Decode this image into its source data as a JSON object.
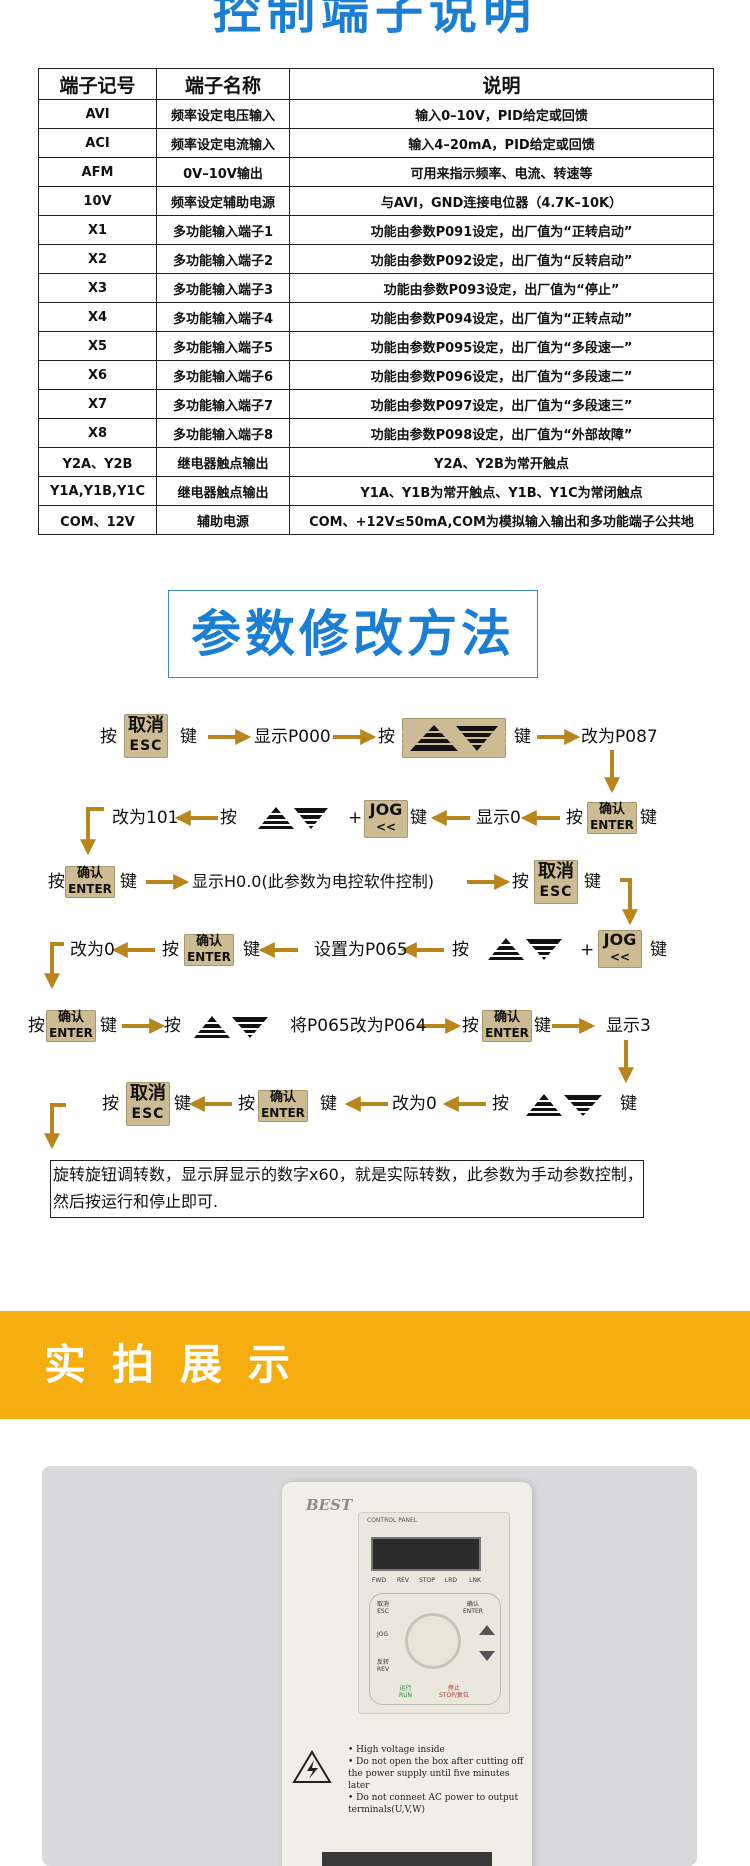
{
  "title_terminals": "控制端子说明",
  "table": {
    "headers": [
      "端子记号",
      "端子名称",
      "说明"
    ],
    "rows": [
      [
        "AVI",
        "频率设定电压输入",
        "输入0–10V，PID给定或回馈"
      ],
      [
        "ACI",
        "频率设定电流输入",
        "输入4–20mA，PID给定或回馈"
      ],
      [
        "AFM",
        "0V–10V输出",
        "可用来指示频率、电流、转速等"
      ],
      [
        "10V",
        "频率设定辅助电源",
        "与AVI，GND连接电位器（4.7K–10K）"
      ],
      [
        "X1",
        "多功能输入端子1",
        "功能由参数P091设定，出厂值为“正转启动”"
      ],
      [
        "X2",
        "多功能输入端子2",
        "功能由参数P092设定，出厂值为“反转启动”"
      ],
      [
        "X3",
        "多功能输入端子3",
        "功能由参数P093设定，出厂值为“停止”"
      ],
      [
        "X4",
        "多功能输入端子4",
        "功能由参数P094设定，出厂值为“正转点动”"
      ],
      [
        "X5",
        "多功能输入端子5",
        "功能由参数P095设定，出厂值为“多段速一”"
      ],
      [
        "X6",
        "多功能输入端子6",
        "功能由参数P096设定，出厂值为“多段速二”"
      ],
      [
        "X7",
        "多功能输入端子7",
        "功能由参数P097设定，出厂值为“多段速三”"
      ],
      [
        "X8",
        "多功能输入端子8",
        "功能由参数P098设定，出厂值为“外部故障”"
      ],
      [
        "Y2A、Y2B",
        "继电器触点输出",
        "Y2A、Y2B为常开触点"
      ],
      [
        "Y1A,Y1B,Y1C",
        "继电器触点输出",
        "Y1A、Y1B为常开触点、Y1B、Y1C为常闭触点"
      ],
      [
        "COM、12V",
        "辅助电源",
        "COM、+12V≤50mA,COM为模拟输入输出和多功能端子公共地"
      ]
    ]
  },
  "title_params": "参数修改方法",
  "keys": {
    "esc_cn": "取消",
    "esc_en": "ESC",
    "enter_cn": "确认",
    "enter_en": "ENTER",
    "jog_a": "JOG",
    "jog_b": "<<"
  },
  "flow": {
    "an": "按",
    "jian": "键",
    "plus": "+",
    "show_p000": "显示P000",
    "to_p087": "改为P087",
    "to_101": "改为101",
    "show_0": "显示0",
    "show_h00": "显示H0.0(此参数为电控软件控制)",
    "to_0": "改为0",
    "set_p065": "设置为P065",
    "p065_to_p064": "将P065改为P064",
    "show_3": "显示3"
  },
  "note": "旋转旋钮调转数，显示屏显示的数字x60，就是实际转数，此参数为手动参数控制，然后按运行和停止即可.",
  "section_photo": "实拍展示",
  "device": {
    "brand": "BEST",
    "panel_label": "CONTROL PANEL",
    "leds": [
      "FWD",
      "REV",
      "STOP",
      "LRD",
      "LNK"
    ],
    "key_esc": "取消\nESC",
    "key_enter": "确认\nENTER",
    "key_jog": "JOG",
    "key_rev": "反转\nREV",
    "key_run": "运行\nRUN",
    "key_stop": "停止\nSTOP/复位",
    "warnings": [
      "• High voltage inside",
      "• Do not open the box after cutting off the power supply until five minutes later",
      "• Do not conneet AC power to output terminals(U,V,W)"
    ]
  },
  "colors": {
    "title_blue": "#1a7fd4",
    "arrow_gold": "#b8861c",
    "band_orange": "#f5ad10",
    "key_beige": "#cdbb94"
  }
}
